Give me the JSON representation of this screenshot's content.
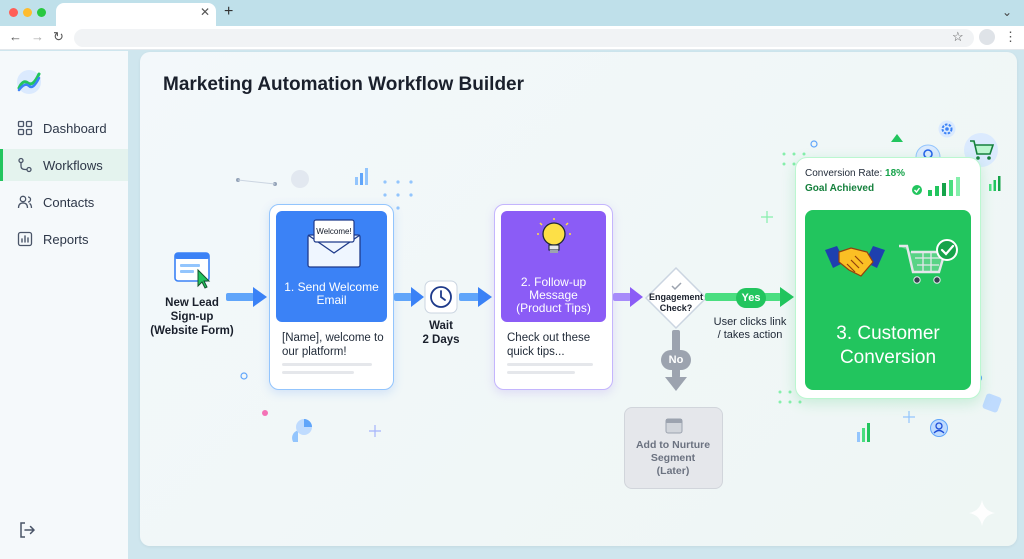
{
  "app": {
    "title": "Marketing Automation Workflow Builder"
  },
  "sidebar": {
    "items": [
      {
        "label": "Dashboard",
        "icon": "dashboard-icon"
      },
      {
        "label": "Workflows",
        "icon": "workflow-icon",
        "active": true
      },
      {
        "label": "Contacts",
        "icon": "contacts-icon"
      },
      {
        "label": "Reports",
        "icon": "reports-icon"
      }
    ]
  },
  "workflow": {
    "trigger": {
      "label_line1": "New Lead",
      "label_line2": "Sign-up",
      "label_line3": "(Website Form)"
    },
    "step1": {
      "envelope_text": "Welcome!",
      "title_line1": "1. Send Welcome",
      "title_line2": "Email",
      "body_line1": "[Name], welcome to",
      "body_line2": "our platform!"
    },
    "wait": {
      "line1": "Wait",
      "line2": "2 Days"
    },
    "step2": {
      "title_line1": "2. Follow-up",
      "title_line2": "Message",
      "title_line3": "(Product Tips)",
      "body_line1": "Check out these",
      "body_line2": "quick tips..."
    },
    "decision": {
      "line1": "Engagement",
      "line2": "Check?"
    },
    "yes": {
      "label": "Yes",
      "caption_line1": "User clicks link",
      "caption_line2": "/ takes action"
    },
    "no": {
      "label": "No"
    },
    "nurture": {
      "line1": "Add to Nurture",
      "line2": "Segment",
      "line3": "(Later)"
    },
    "step3": {
      "title_line1": "3. Customer",
      "title_line2": "Conversion",
      "rate_label": "Conversion Rate:",
      "rate_value": "18%",
      "goal_label": "Goal Achieved"
    }
  },
  "colors": {
    "blue": "#3b82f6",
    "purple": "#8b5cf6",
    "green": "#22c55e",
    "gray": "#9ca3af"
  }
}
